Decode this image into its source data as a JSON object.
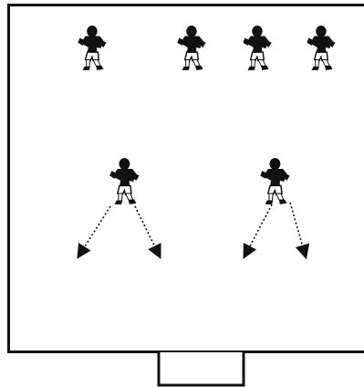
{
  "diagram": {
    "players": [
      {
        "id": "top-1",
        "row": "back-line"
      },
      {
        "id": "top-2",
        "row": "back-line"
      },
      {
        "id": "top-3",
        "row": "back-line"
      },
      {
        "id": "top-4",
        "row": "back-line"
      },
      {
        "id": "mid-left",
        "row": "middle"
      },
      {
        "id": "mid-right",
        "row": "middle"
      }
    ],
    "movements": [
      {
        "from": "mid-left",
        "direction": "down-left",
        "style": "dotted-arrow"
      },
      {
        "from": "mid-left",
        "direction": "down-right",
        "style": "dotted-arrow"
      },
      {
        "from": "mid-right",
        "direction": "down-left",
        "style": "dotted-arrow"
      },
      {
        "from": "mid-right",
        "direction": "down-right",
        "style": "dotted-arrow"
      }
    ],
    "colors": {
      "line": "#111111",
      "background": "#ffffff",
      "player_top": "#111111",
      "player_shorts": "#ffffff"
    }
  }
}
